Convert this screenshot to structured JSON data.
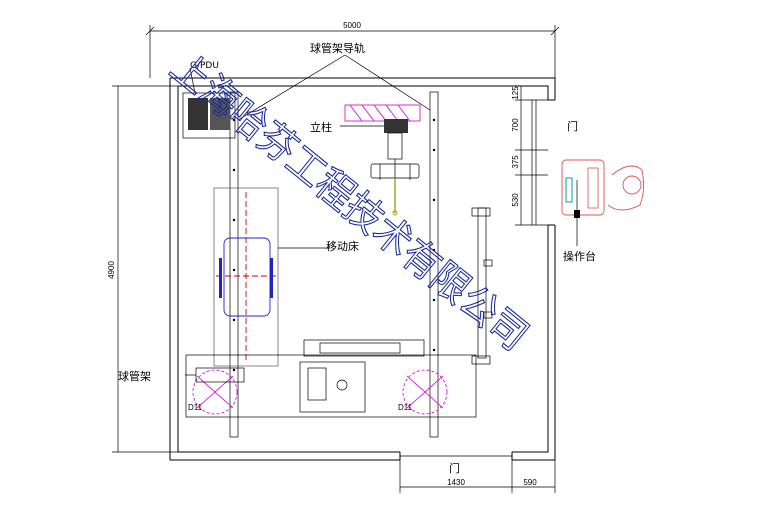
{
  "labels": {
    "rail": "球管架导轨",
    "column": "立柱",
    "pdu": "G/PDU",
    "table": "移动床",
    "tube_stand": "球管架",
    "door_right": "门",
    "door_bottom": "门",
    "console": "操作台"
  },
  "dimensions": {
    "top_width": "5000",
    "left_height": "4900",
    "right_125": "125",
    "right_700": "700",
    "right_375": "375",
    "right_530": "530",
    "bottom_1430": "1430",
    "bottom_590": "590"
  },
  "equipment_marks": {
    "dx_left": "D11",
    "dx_right": "D11"
  },
  "watermark": {
    "text": "上海哈芬工程技术有限公司",
    "color": "#1a2a9a"
  },
  "colors": {
    "line": "#000000",
    "magenta": "#d000d0",
    "blue": "#2222cc",
    "red": "#e00000",
    "olive": "#a0a020"
  }
}
